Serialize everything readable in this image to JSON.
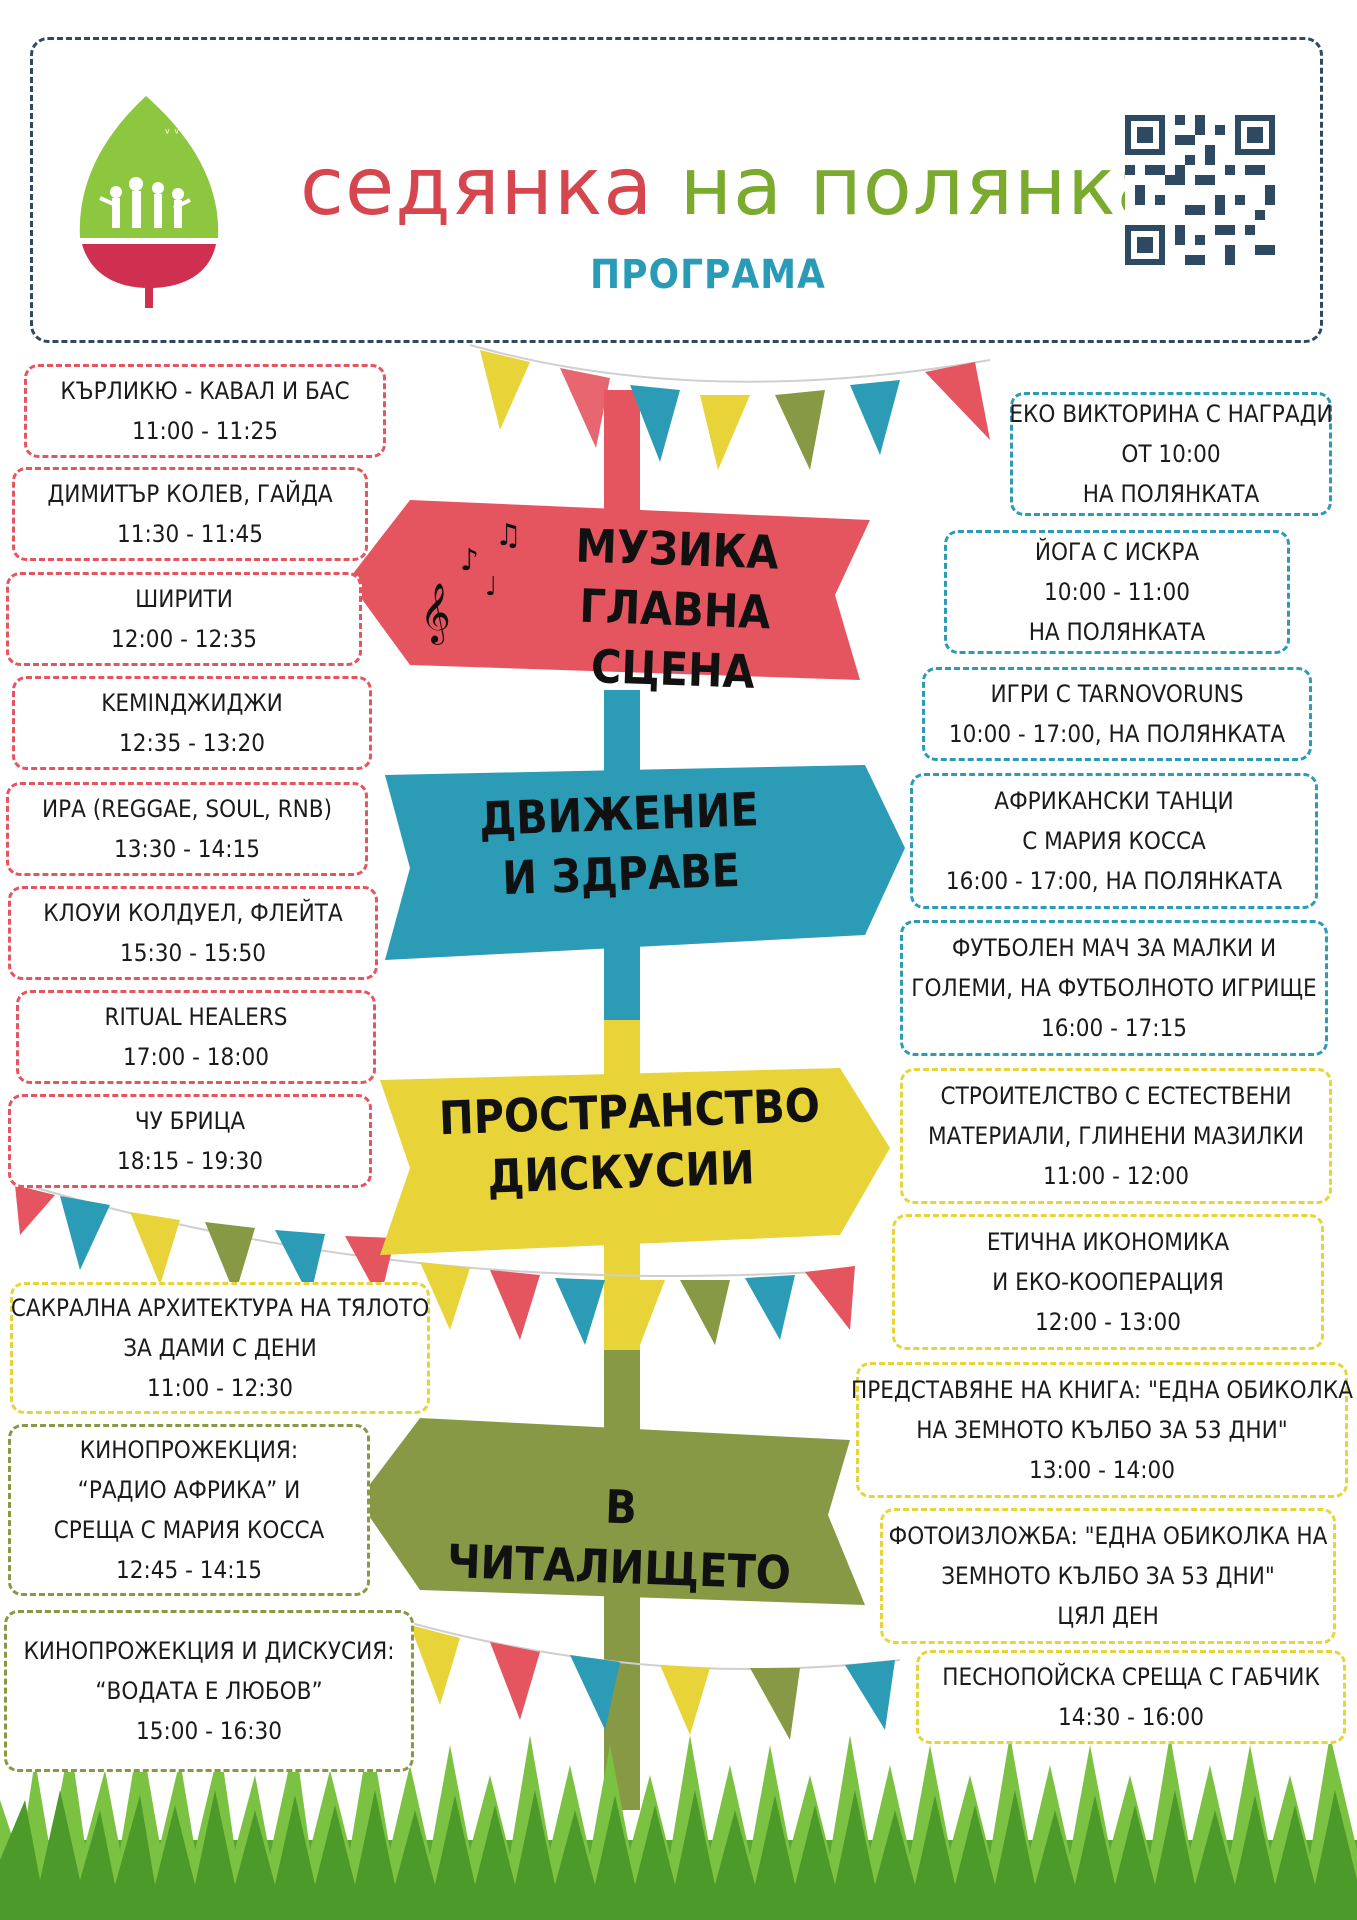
{
  "header": {
    "title_part1": "седянка",
    "title_part2": "на полянка",
    "subtitle": "ПРОГРАМА"
  },
  "colors": {
    "red": "#e55560",
    "blue": "#2b9bb6",
    "yellow": "#e8d438",
    "olive": "#879944",
    "dark": "#2e4a63"
  },
  "signs": {
    "music": [
      "МУЗИКА",
      "ГЛАВНА СЦЕНА"
    ],
    "movement": [
      "ДВИЖЕНИЕ",
      "И ЗДРАВЕ"
    ],
    "discussions": [
      "ПРОСТРАНСТВО",
      "ДИСКУСИИ"
    ],
    "chitalishte": [
      "В ЧИТАЛИЩЕТО"
    ]
  },
  "music_events": [
    {
      "name": "Кърликю - кавал и бас",
      "time": "11:00 - 11:25"
    },
    {
      "name": "Димитър Колев, гайда",
      "time": "11:30 - 11:45"
    },
    {
      "name": "Ширити",
      "time": "12:00 - 12:35"
    },
    {
      "name": "Keminджиджи",
      "time": "12:35 - 13:20"
    },
    {
      "name": "ИРА (Reggae, Soul, RnB)",
      "time": "13:30 - 14:15"
    },
    {
      "name": "Клоуи Колдуел, флейта",
      "time": "15:30 - 15:50"
    },
    {
      "name": "Ritual Healers",
      "time": "17:00 - 18:00"
    },
    {
      "name": "Чу Брица",
      "time": "18:15 - 19:30"
    }
  ],
  "movement_events": [
    {
      "line1": "Еко викторина с награди",
      "line2": "от 10:00",
      "line3": "на полянката"
    },
    {
      "line1": "Йога с Искра",
      "line2": "10:00 - 11:00",
      "line3": "на полянката"
    },
    {
      "line1": "Игри с TarnovoRuns",
      "line2": "10:00 - 17:00, на полянката"
    },
    {
      "line1": "Африкански танци",
      "line2": "с Мария Косса",
      "line3": "16:00 - 17:00, на полянката"
    },
    {
      "line1": "Футболен мач за малки и",
      "line2": "големи, на футболното игрище",
      "line3": "16:00 - 17:15"
    }
  ],
  "discussion_events": [
    {
      "line1": "Строителство с естествени",
      "line2": "материали, глинени мазилки",
      "line3": "11:00 - 12:00"
    },
    {
      "line1": "Етична икономика",
      "line2": "и еко-кооперация",
      "line3": "12:00 - 13:00"
    },
    {
      "line1": "Сакрална архитектура на тялото",
      "line2": "за дами с Дени",
      "line3": "11:00 - 12:30"
    }
  ],
  "chitalishte_events": [
    {
      "line1": "Кинопрожекция:",
      "line2": "“Радио Африка” и",
      "line3": "среща с Мария Косса",
      "line4": "12:45 - 14:15"
    },
    {
      "line1": "Кинопрожекция и дискусия:",
      "line2": "“Водата е любов”",
      "line3": "15:00 - 16:30"
    },
    {
      "line1": "Представяне на книга: \"Една обиколка",
      "line2": "на земното кълбо за 53 дни\"",
      "line3": "13:00 - 14:00"
    },
    {
      "line1": "Фотоизложба: \"Една обиколка на",
      "line2": "земното кълбо за 53 дни\"",
      "line3": "Цял ден"
    },
    {
      "line1": "Песнопойска среща с Габчик",
      "line2": "14:30 - 16:00"
    }
  ]
}
